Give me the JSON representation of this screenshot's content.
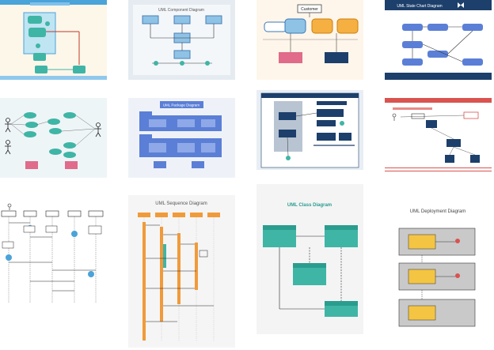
{
  "gallery": {
    "thumbnails": [
      {
        "title": ""
      },
      {
        "title": "UML Component Diagram"
      },
      {
        "title": "Customer"
      },
      {
        "title": "UML State Chart Diagram"
      },
      {
        "title": ""
      },
      {
        "title": "UML Package Diagram"
      },
      {
        "title": ""
      },
      {
        "title": ""
      },
      {
        "title": ""
      },
      {
        "title": "UML Sequence Diagram"
      },
      {
        "title": "UML Class Diagram"
      },
      {
        "title": "UML Deployment Diagram"
      }
    ]
  },
  "colors": {
    "teal": "#3fb5a6",
    "blue": "#5b7fd6",
    "navy": "#1d3f6b",
    "orange": "#f19a3a",
    "red": "#d9534f",
    "yellow": "#f5b041",
    "pink": "#e06b8a",
    "deploy_yellow": "#f4c542"
  }
}
